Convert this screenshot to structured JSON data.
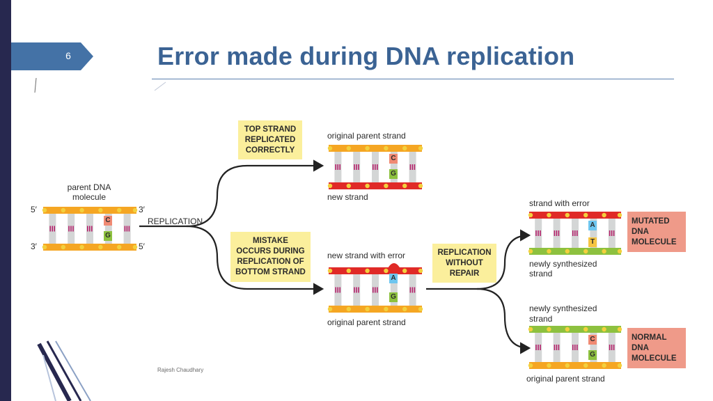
{
  "slide": {
    "number": "6",
    "title": "Error made during DNA replication",
    "credit": "Rajesh Chaudhary"
  },
  "parent": {
    "label_line1": "parent DNA",
    "label_line2": "molecule",
    "end_top_left": "5′",
    "end_top_right": "3′",
    "end_bottom_left": "3′",
    "end_bottom_right": "5′",
    "base_top": "C",
    "base_bottom": "G",
    "replication_label": "REPLICATION"
  },
  "top_branch": {
    "box_line1": "TOP STRAND",
    "box_line2": "REPLICATED",
    "box_line3": "CORRECTLY",
    "label_top": "original parent strand",
    "label_bottom": "new strand",
    "base_top": "C",
    "base_bottom": "G"
  },
  "bottom_branch": {
    "box_line1": "MISTAKE",
    "box_line2": "OCCURS DURING",
    "box_line3": "REPLICATION OF",
    "box_line4": "BOTTOM STRAND",
    "label_top": "new strand with error",
    "label_bottom": "original parent strand",
    "base_top": "A",
    "base_bottom": "G"
  },
  "repair_box": {
    "line1": "REPLICATION",
    "line2": "WITHOUT",
    "line3": "REPAIR"
  },
  "mutated": {
    "label_top": "strand with error",
    "label_bottom_line1": "newly synthesized",
    "label_bottom_line2": "strand",
    "base_top": "A",
    "base_bottom": "T",
    "box_line1": "MUTATED",
    "box_line2": "DNA",
    "box_line3": "MOLECULE"
  },
  "normal": {
    "label_top_line1": "newly synthesized",
    "label_top_line2": "strand",
    "label_bottom": "original parent strand",
    "base_top": "C",
    "base_bottom": "G",
    "box_line1": "NORMAL",
    "box_line2": "DNA",
    "box_line3": "MOLECULE"
  },
  "colors": {
    "parent_strand": "#f5a623",
    "new_correct_strand": "#8dc13f",
    "error_strand": "#e02a27",
    "rung": "#d4d6d6",
    "dot": "#f3d03e",
    "base_c": "#f08a73",
    "base_g": "#8dc13f",
    "base_a": "#6ec6ef",
    "base_t": "#f5c542",
    "callout": "#fbef9c",
    "result": "#ef9a89",
    "accent": "#3b6394"
  }
}
